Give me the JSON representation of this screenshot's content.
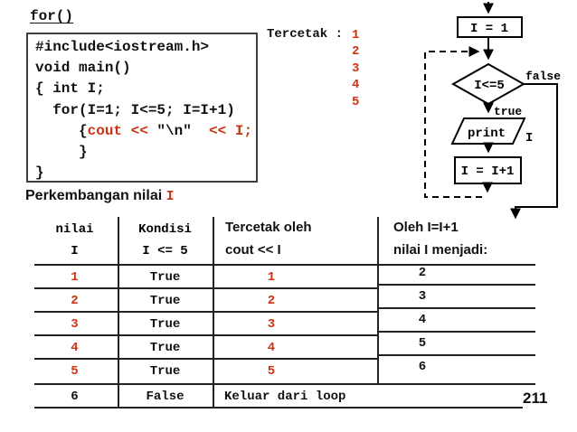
{
  "page": {
    "number": "211",
    "accent_red": "#cc3311"
  },
  "code_panel": {
    "label": "for()",
    "lines": [
      [
        {
          "t": "#include<iostream.h>",
          "c": "k"
        }
      ],
      [
        {
          "t": "void main()",
          "c": "k"
        }
      ],
      [
        {
          "t": "{ int I;",
          "c": "k"
        }
      ],
      [
        {
          "t": "  for(I=1; I<=5; I=I+1)",
          "c": "k"
        }
      ],
      [
        {
          "t": "     {",
          "c": "k"
        },
        {
          "t": "cout << ",
          "c": "r"
        },
        {
          "t": "\"\\n\"  ",
          "c": "k"
        },
        {
          "t": "<< I;",
          "c": "r"
        }
      ],
      [
        {
          "t": "     }",
          "c": "k"
        }
      ],
      [
        {
          "t": "}",
          "c": "k"
        }
      ]
    ]
  },
  "output_panel": {
    "label": "Tercetak :",
    "values": [
      "1",
      "2",
      "3",
      "4",
      "5"
    ]
  },
  "flowchart": {
    "init": "I = 1",
    "condition": "I<=5",
    "false_label": "false",
    "true_label": "true",
    "print_label": "print",
    "print_var": "I",
    "increment": "I = I+1"
  },
  "section": {
    "title_prefix": "Perkembangan nilai ",
    "title_var": "I"
  },
  "table": {
    "headers": [
      {
        "line1": "nilai",
        "line2": "I"
      },
      {
        "line1": "Kondisi",
        "line2": "I <= 5"
      },
      {
        "line1": "Tercetak oleh",
        "line2": "cout << I"
      },
      {
        "line1": "Oleh I=I+1",
        "line2": "nilai I menjadi:"
      }
    ],
    "rows": [
      {
        "nilai": "1",
        "kondisi": "True",
        "tercetak": "1",
        "menjadi": "2"
      },
      {
        "nilai": "2",
        "kondisi": "True",
        "tercetak": "2",
        "menjadi": "3"
      },
      {
        "nilai": "3",
        "kondisi": "True",
        "tercetak": "3",
        "menjadi": "4"
      },
      {
        "nilai": "4",
        "kondisi": "True",
        "tercetak": "4",
        "menjadi": "5"
      },
      {
        "nilai": "5",
        "kondisi": "True",
        "tercetak": "5",
        "menjadi": "6"
      },
      {
        "nilai": "6",
        "kondisi": "False",
        "tercetak": "Keluar dari loop",
        "menjadi": ""
      }
    ]
  }
}
